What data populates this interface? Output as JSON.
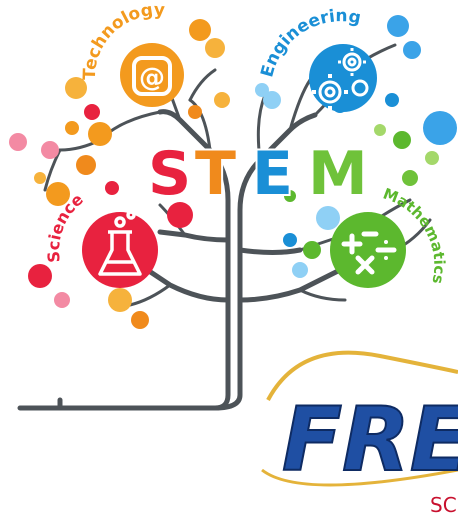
{
  "title": {
    "letters": [
      {
        "char": "S",
        "color": "#e8223f"
      },
      {
        "char": "T",
        "color": "#f08a1c"
      },
      {
        "char": "E",
        "color": "#1a8fd6"
      },
      {
        "char": "M",
        "color": "#6fc23a"
      }
    ]
  },
  "branches": [
    {
      "label": "Technology",
      "color": "#f39a1e",
      "icon": "at-sign-icon"
    },
    {
      "label": "Engineering",
      "color": "#1a8fd6",
      "icon": "gears-icon"
    },
    {
      "label": "Science",
      "color": "#e8223f",
      "icon": "flask-icon"
    },
    {
      "label": "Mathematics",
      "color": "#5cb82e",
      "icon": "math-symbols-icon"
    }
  ],
  "logo": {
    "text": "FRE",
    "subtext": "SC"
  },
  "colors": {
    "trunk": "#4d5358",
    "logo_blue": "#1f4fa3",
    "logo_gold": "#e4b33a",
    "logo_red": "#c8102e"
  }
}
